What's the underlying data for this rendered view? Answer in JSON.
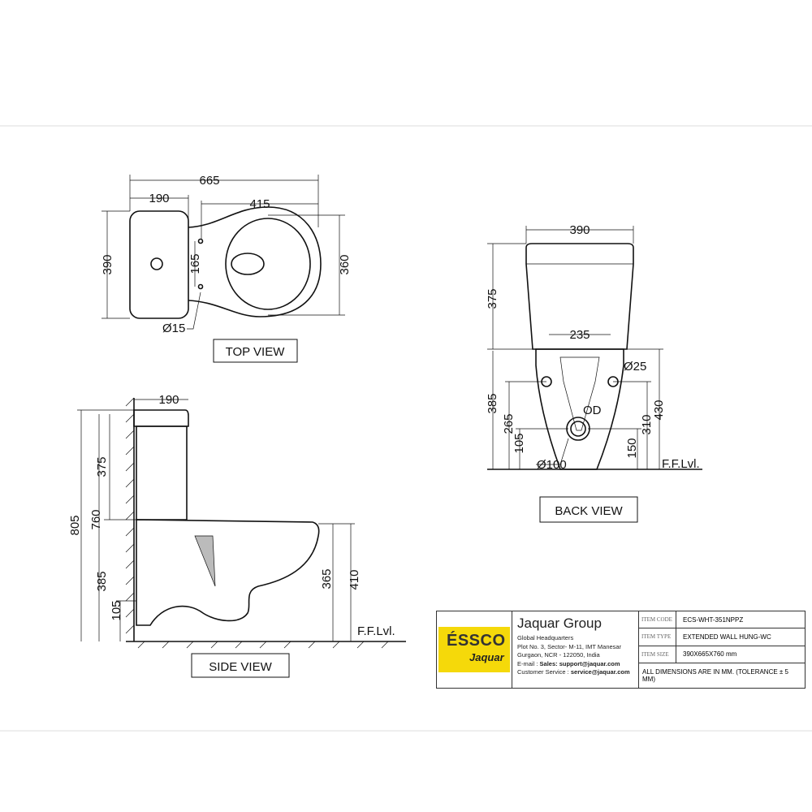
{
  "top_view": {
    "label": "TOP VIEW",
    "dims": {
      "overall_length": "665",
      "tank_depth": "190",
      "bowl_length": "415",
      "tank_width": "390",
      "bowl_width": "360",
      "fixing_spacing": "165",
      "fixing_hole": "Ø15"
    }
  },
  "back_view": {
    "label": "BACK VIEW",
    "dims": {
      "tank_width": "390",
      "tank_height": "375",
      "base_width": "235",
      "fixing_hole": "Ø25",
      "pedestal_height": "385",
      "fixing_height": "265",
      "outlet_low": "105",
      "outlet_center": "150",
      "fixing_height_right": "310",
      "bowl_height": "430",
      "outlet_dia": "Ø100",
      "outlet_label": "OD",
      "floor_label": "F.F.Lvl."
    }
  },
  "side_view": {
    "label": "SIDE VIEW",
    "dims": {
      "tank_depth": "190",
      "overall_height": "805",
      "total_height": "760",
      "tank_height": "375",
      "bowl_height": "385",
      "outlet_height": "105",
      "rim_height": "365",
      "rim_top": "410",
      "floor_label": "F.F.Lvl."
    }
  },
  "title_block": {
    "brand": "ÉSSCO",
    "brand_sub": "Jaquar",
    "company": "Jaquar Group",
    "address": [
      "Global Headquarters",
      "Plot No. 3, Sector- M-11, IMT Manesar",
      "Gurgaon, NCR - 122050, India"
    ],
    "email_label": "E-mail : ",
    "email": "Sales: support@jaquar.com",
    "service_label": "Customer Service : ",
    "service": "service@jaquar.com",
    "item_code_label": "ITEM CODE",
    "item_code": "ECS-WHT-351NPPZ",
    "item_type_label": "ITEM TYPE",
    "item_type": "EXTENDED WALL HUNG-WC",
    "item_size_label": "ITEM SIZE",
    "item_size": "390X665X760 mm",
    "note": "ALL DIMENSIONS ARE IN MM. (TOLERANCE ± 5 MM)"
  }
}
